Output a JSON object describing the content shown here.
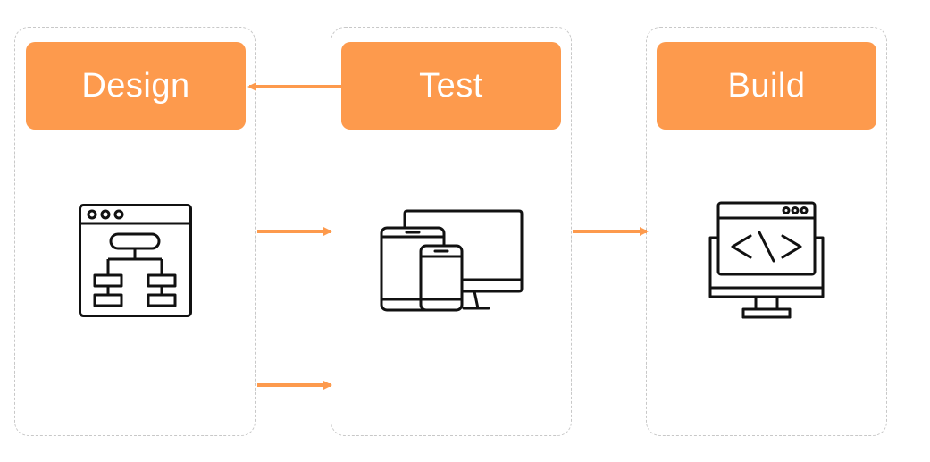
{
  "stages": [
    {
      "label": "Design",
      "icon": "flowchart-window-icon"
    },
    {
      "label": "Test",
      "icon": "multi-device-icon"
    },
    {
      "label": "Build",
      "icon": "code-monitor-icon"
    }
  ],
  "colors": {
    "accent": "#fd9a4d",
    "header_text": "#ffffff",
    "column_border": "#c8c8c8",
    "icon_stroke": "#111111"
  }
}
